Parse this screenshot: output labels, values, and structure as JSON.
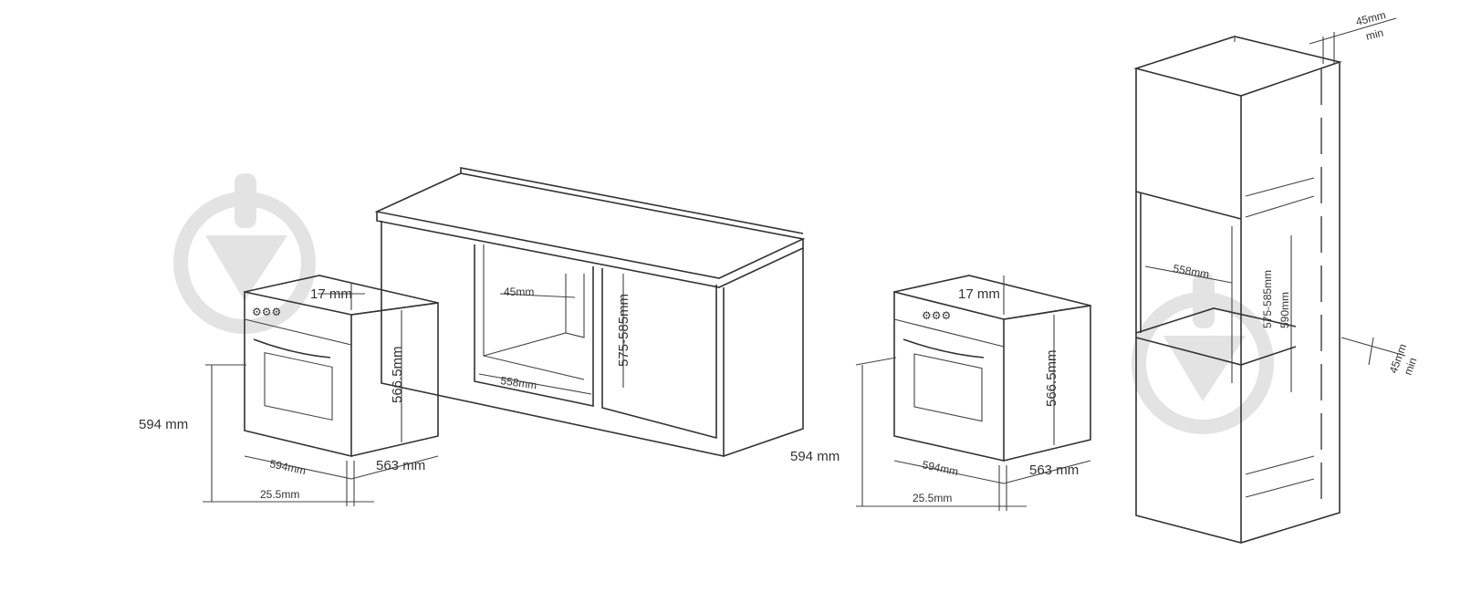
{
  "diagram": {
    "oven_left": {
      "top_gap": "17 mm",
      "body_height": "566.5mm",
      "total_height": "594 mm",
      "width": "594mm",
      "depth": "563 mm",
      "panel_thickness": "25.5mm"
    },
    "under_counter_cabinet": {
      "vent_gap": "45mm",
      "niche_height": "575-585mm",
      "niche_width": "558mm"
    },
    "oven_right": {
      "top_gap": "17 mm",
      "body_height": "566.5mm",
      "total_height": "594 mm",
      "width": "594mm",
      "depth": "563 mm",
      "panel_thickness": "25.5mm"
    },
    "tall_cabinet": {
      "top_vent": "45mm",
      "top_vent_note": "min",
      "niche_width": "558mm",
      "niche_height": "575-585mm",
      "niche_outer_height": "590mm",
      "side_vent": "45mm",
      "side_vent_note": "min"
    },
    "colors": {
      "line": "#333333",
      "watermark": "#e3e3e3"
    }
  }
}
